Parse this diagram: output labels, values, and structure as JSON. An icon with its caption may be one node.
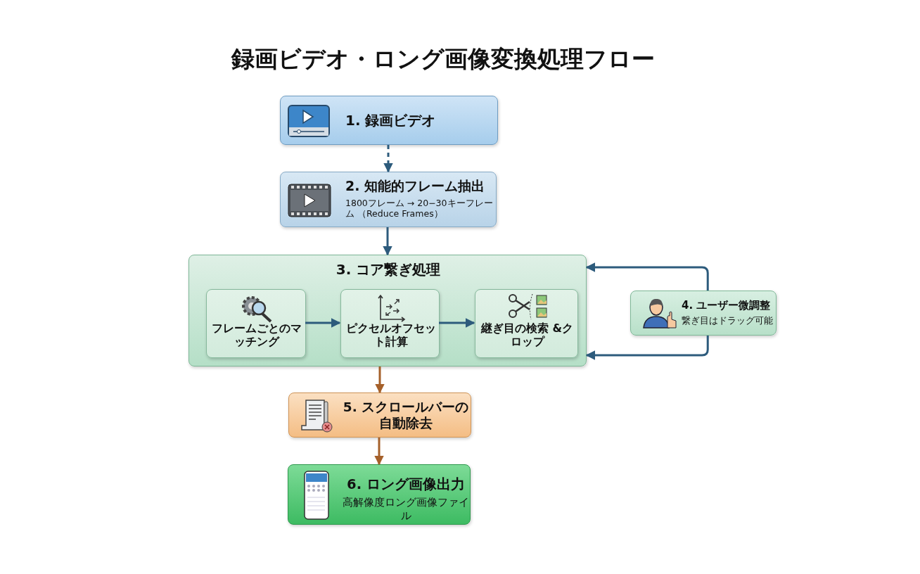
{
  "diagram": {
    "title": "録画ビデオ・ロング画像変換処理フロー",
    "nodes": [
      {
        "text": [
          "1. 録画ビデオ"
        ]
      },
      {
        "text": [
          "2. 知能的フレーム抽出",
          "1800フレーム → 20−30キーフレーム （Reduce Frames）"
        ]
      },
      {
        "text": [
          "3. コア繋ぎ処理"
        ]
      },
      {
        "text": [
          "フレームごとのマッチング"
        ],
        "in": 2
      },
      {
        "text": [
          "ピクセルオフセット計算"
        ],
        "in": 2
      },
      {
        "text": [
          "継ぎ目の検索 &クロップ"
        ],
        "in": 2
      },
      {
        "text": [
          "4. ユーザー微調整",
          "繋ぎ目はドラッグ可能"
        ]
      },
      {
        "text": [
          "5. スクロールバーの自動除去"
        ]
      },
      {
        "text": [
          "6. ロング画像出力",
          "高解像度ロング画像ファイル"
        ]
      }
    ],
    "edges": [
      {
        "from": 0,
        "to": 1,
        "arrow": "to",
        "style": "dashed"
      },
      {
        "from": 1,
        "to": 2,
        "arrow": "to"
      },
      {
        "from": 3,
        "to": 4,
        "arrow": "to"
      },
      {
        "from": 4,
        "to": 5,
        "arrow": "to"
      },
      {
        "from": 6,
        "to": 2,
        "arrow": "to"
      },
      {
        "from": 6,
        "to": 2,
        "arrow": "to"
      },
      {
        "from": 2,
        "to": 7,
        "arrow": "to",
        "color": "#a5602a"
      },
      {
        "from": 7,
        "to": 8,
        "arrow": "to",
        "color": "#a5602a"
      }
    ]
  }
}
